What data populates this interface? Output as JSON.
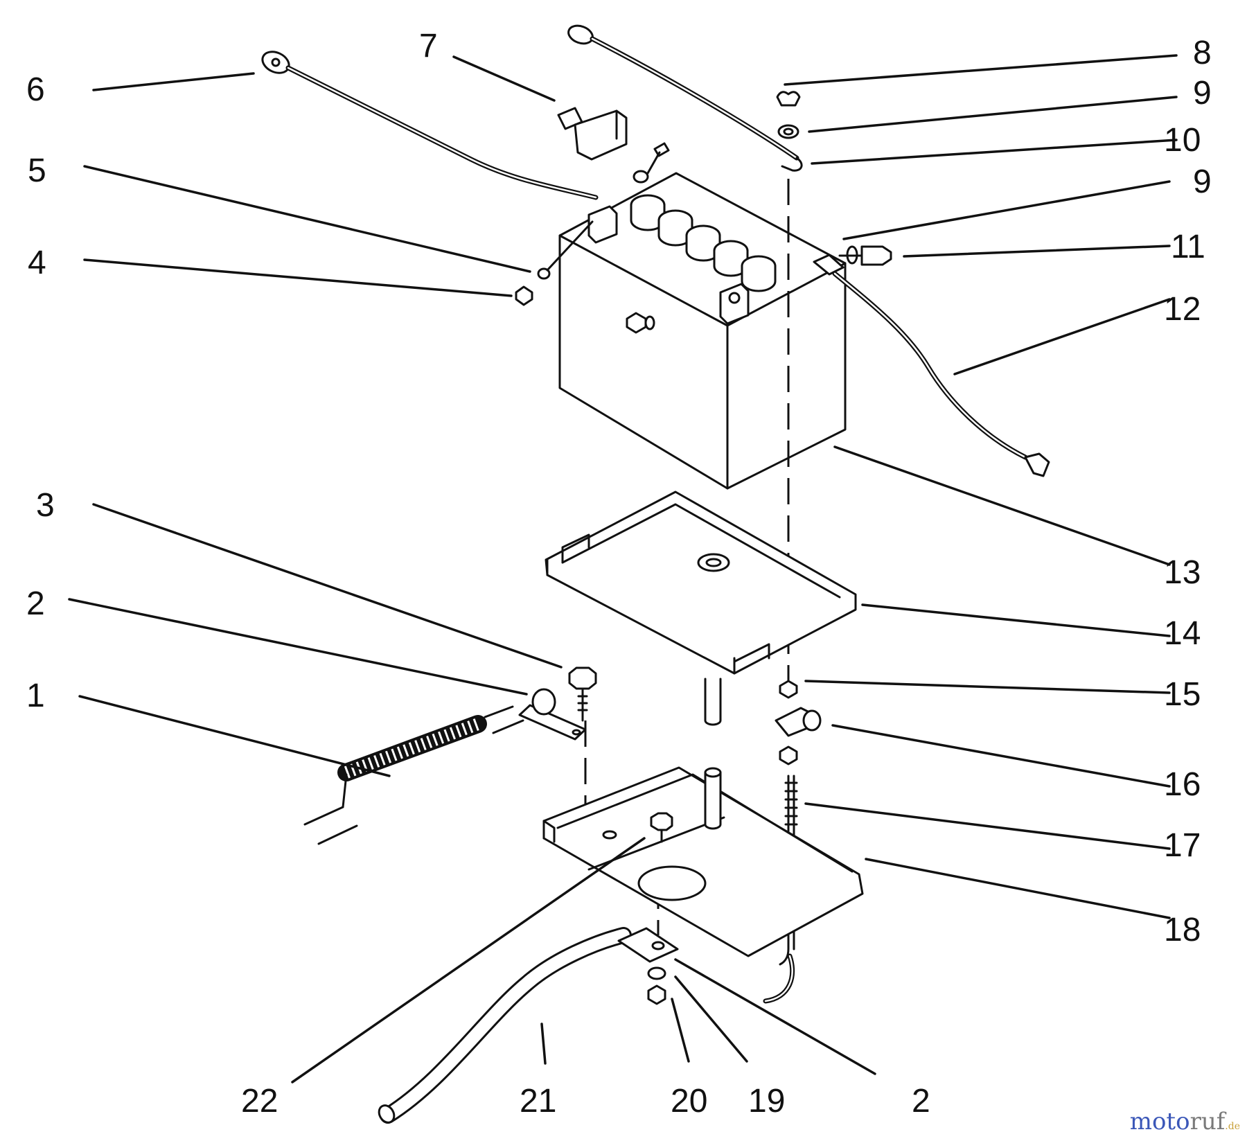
{
  "diagram": {
    "callouts": [
      {
        "id": "c6",
        "label": "6"
      },
      {
        "id": "c7",
        "label": "7"
      },
      {
        "id": "c8",
        "label": "8"
      },
      {
        "id": "c9a",
        "label": "9"
      },
      {
        "id": "c10",
        "label": "10"
      },
      {
        "id": "c5",
        "label": "5"
      },
      {
        "id": "c9b",
        "label": "9"
      },
      {
        "id": "c4",
        "label": "4"
      },
      {
        "id": "c11",
        "label": "11"
      },
      {
        "id": "c12",
        "label": "12"
      },
      {
        "id": "c3",
        "label": "3"
      },
      {
        "id": "c13",
        "label": "13"
      },
      {
        "id": "c2a",
        "label": "2"
      },
      {
        "id": "c14",
        "label": "14"
      },
      {
        "id": "c1",
        "label": "1"
      },
      {
        "id": "c15",
        "label": "15"
      },
      {
        "id": "c16",
        "label": "16"
      },
      {
        "id": "c17",
        "label": "17"
      },
      {
        "id": "c18",
        "label": "18"
      },
      {
        "id": "c22",
        "label": "22"
      },
      {
        "id": "c21",
        "label": "21"
      },
      {
        "id": "c20",
        "label": "20"
      },
      {
        "id": "c19",
        "label": "19"
      },
      {
        "id": "c2b",
        "label": "2"
      }
    ]
  },
  "watermark": {
    "part_a": "moto",
    "part_b": "ruf",
    "part_c": ".de"
  }
}
